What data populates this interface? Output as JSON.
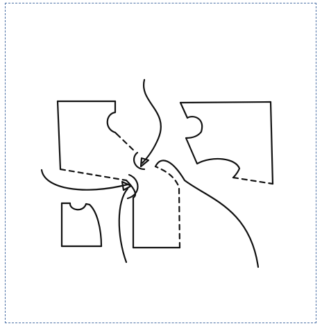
{
  "figure": {
    "kind": "hand-drawn sketch",
    "elements": [
      "puzzle-piece-top-left",
      "puzzle-piece-top-right",
      "puzzle-piece-bottom-left",
      "puzzle-piece-center-bottom",
      "arrow-upper",
      "arrow-lower",
      "swoosh-line-lower-right"
    ]
  },
  "colors": {
    "ink": "#111111",
    "frame_border": "#4a6fa5",
    "background": "#ffffff"
  }
}
